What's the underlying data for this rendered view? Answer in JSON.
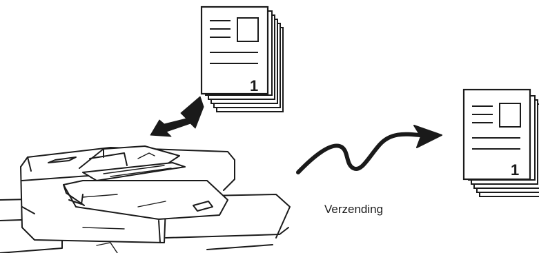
{
  "diagram": {
    "transmission_label": "Verzending",
    "source_document_page_number": "1",
    "received_document_page_number": "1"
  },
  "colors": {
    "line": "#1a1a1a",
    "paper": "#ffffff",
    "background": "#ffffff"
  }
}
